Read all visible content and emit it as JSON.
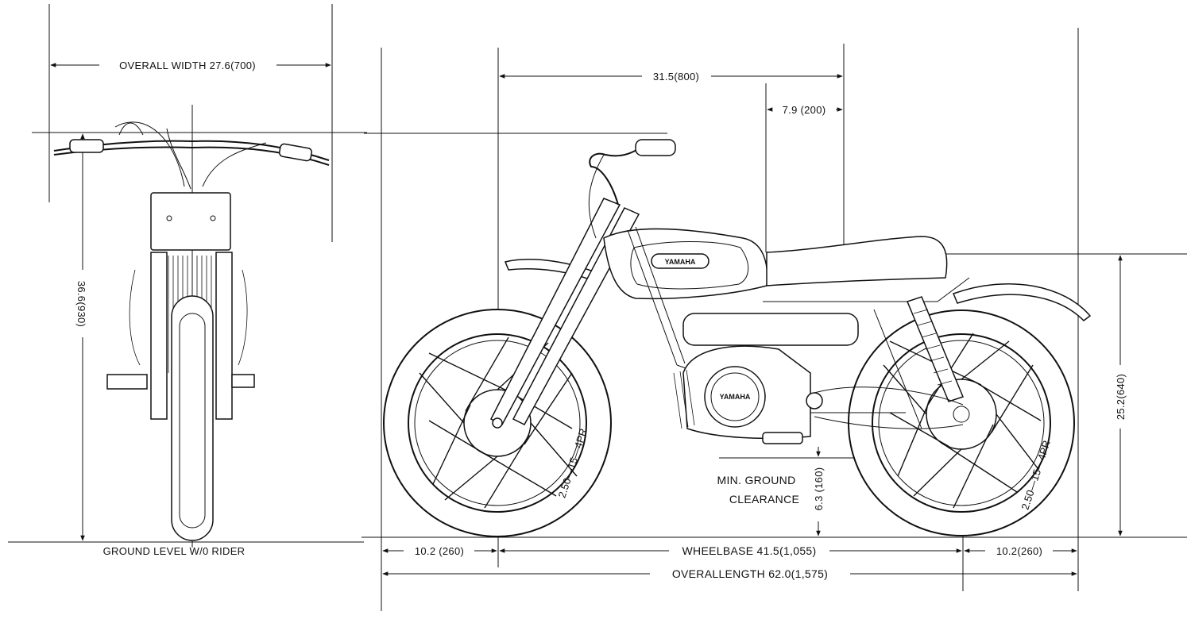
{
  "front_view": {
    "overall_width": "OVERALL WIDTH 27.6(700)",
    "overall_height": "36.6(930)",
    "ground_level": "GROUND LEVEL W/0 RIDER"
  },
  "side_view": {
    "handlebar_to_seat": "31.5(800)",
    "seat_offset": "7.9 (200)",
    "seat_height": "25.2(640)",
    "ground_clearance_value": "6.3 (160)",
    "ground_clearance_label_1": "MIN. GROUND",
    "ground_clearance_label_2": "CLEARANCE",
    "front_overhang": "10.2 (260)",
    "wheelbase": "WHEELBASE 41.5(1,055)",
    "rear_overhang": "10.2(260)",
    "overall_length": "OVERALLENGTH 62.0(1,575)",
    "front_tire": "2.50—15—4PR",
    "rear_tire": "2.50—15—4PR",
    "tank_badge": "YAMAHA",
    "engine_badge": "YAMAHA"
  }
}
